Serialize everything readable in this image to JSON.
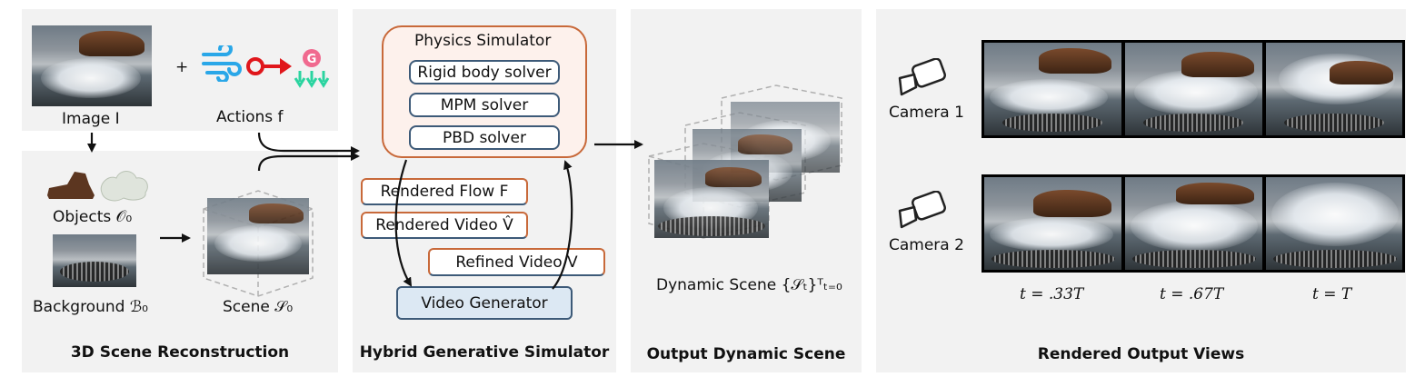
{
  "reconstruction": {
    "image_label": "Image I",
    "plus": "+",
    "actions_label": "Actions f",
    "objects_label": "Objects 𝒪₀",
    "background_label": "Background  ℬ₀",
    "scene_label": "Scene 𝒮₀",
    "title": "3D Scene Reconstruction"
  },
  "simulator": {
    "physics_title": "Physics Simulator",
    "solvers": [
      "Rigid body solver",
      "MPM solver",
      "PBD solver"
    ],
    "rendered_flow": "Rendered Flow F",
    "rendered_video": "Rendered Video V̂",
    "refined_video": "Refined Video V",
    "video_generator": "Video Generator",
    "title": "Hybrid Generative Simulator"
  },
  "output": {
    "dynamic_scene_label": "Dynamic Scene {𝒮ₜ}ᵀₜ₌₀",
    "title": "Output Dynamic Scene"
  },
  "views": {
    "camera1": "Camera 1",
    "camera2": "Camera 2",
    "times": [
      "t = .33T",
      "t = .67T",
      "t = T"
    ],
    "title": "Rendered Output Views"
  },
  "colors": {
    "orange": "#c8693a",
    "blue": "#3d5a78",
    "generator_fill": "#dce8f3",
    "physics_fill": "#fdf1ec"
  },
  "icons": [
    "wind-icon",
    "force-icon",
    "gravity-icon",
    "camera-icon"
  ]
}
